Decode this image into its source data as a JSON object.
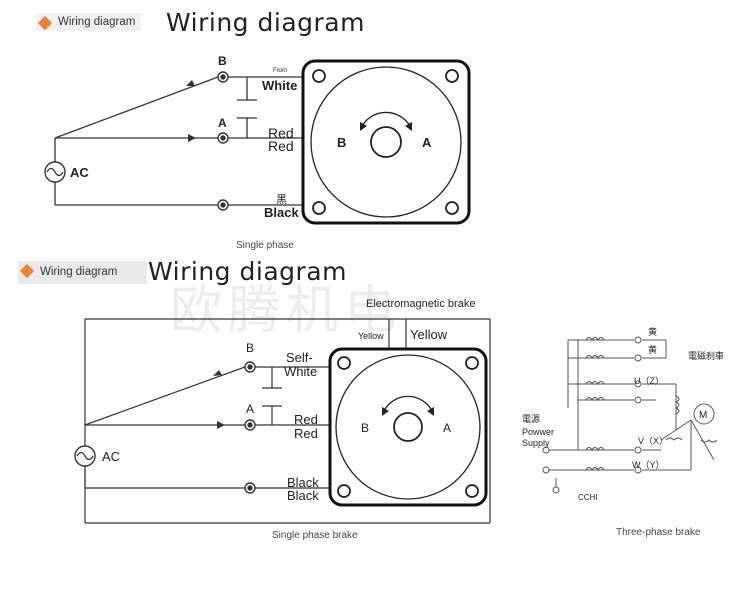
{
  "top": {
    "tag": "Wiring diagram",
    "title": "Wiring diagram",
    "labels": {
      "b": "B",
      "a": "A",
      "white": "White",
      "red1": "Red",
      "red2": "Red",
      "black_cn": "黑",
      "black": "Black",
      "ac": "AC",
      "rot_b": "B",
      "rot_a": "A",
      "from": "From"
    },
    "caption": "Single phase"
  },
  "bottom": {
    "tag": "Wiring diagram",
    "title": "Wiring diagram",
    "watermark": "欧腾机电",
    "labels": {
      "em_brake": "Electromagnetic brake",
      "yellow_small": "Yellow",
      "yellow": "Yellow",
      "b": "B",
      "a": "A",
      "self": "Self-",
      "white": "White",
      "red1": "Red",
      "red2": "Red",
      "black1": "Black",
      "black2": "Black",
      "ac": "AC",
      "rot_b": "B",
      "rot_a": "A"
    },
    "caption": "Single phase brake"
  },
  "three_phase": {
    "labels": {
      "yellow1": "黄",
      "yellow2": "黄",
      "brake_cn": "電磁刹車",
      "u": "U（Z）",
      "v": "V（X）",
      "w": "W（Y）",
      "power_cn": "電源",
      "power1": "Powwer",
      "power2": "Supply",
      "motor": "M",
      "cchi": "CCHI"
    },
    "caption": "Three-phase brake"
  }
}
